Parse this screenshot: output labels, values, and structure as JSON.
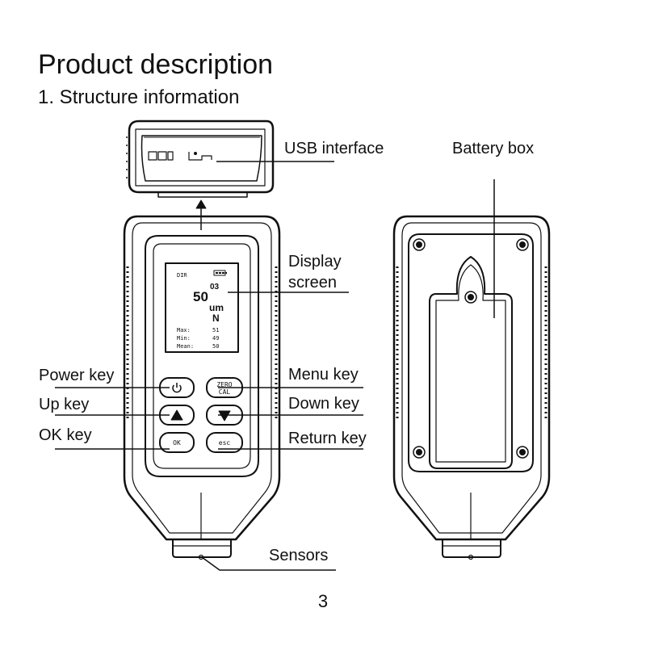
{
  "header": {
    "title": "Product description",
    "subtitle": "1. Structure information"
  },
  "labels": {
    "usb": "USB interface",
    "battery": "Battery box",
    "display_line1": "Display",
    "display_line2": "screen",
    "power": "Power key",
    "menu": "Menu key",
    "up": "Up key",
    "down": "Down key",
    "ok": "OK key",
    "return": "Return key",
    "sensors": "Sensors"
  },
  "screen": {
    "mode": "DIR",
    "count": "03",
    "value": "50",
    "unit": "um",
    "probe": "N",
    "max_label": "Max:",
    "max_value": "51",
    "min_label": "Min:",
    "min_value": "49",
    "mean_label": "Mean:",
    "mean_value": "50"
  },
  "buttons": {
    "zero_line1": "ZERO",
    "zero_line2": "CAL",
    "ok": "OK",
    "esc": "esc"
  },
  "page_number": "3"
}
